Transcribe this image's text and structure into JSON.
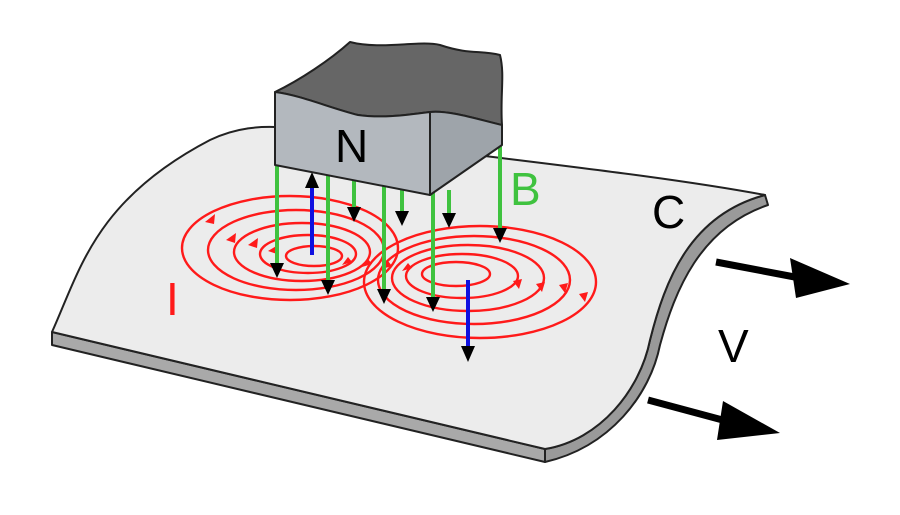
{
  "labels": {
    "pole": "N",
    "field": "B",
    "conductor": "C",
    "current": "I",
    "velocity": "V"
  },
  "colors": {
    "sheet_top": "#ececec",
    "sheet_edge": "#a9a9a9",
    "magnet_side": "#b3b8be",
    "magnet_top": "#666666",
    "field_lines": "#3fc23f",
    "eddy_current": "#ff1a1a",
    "reaction_field": "#1010e0",
    "arrow": "#000000"
  }
}
